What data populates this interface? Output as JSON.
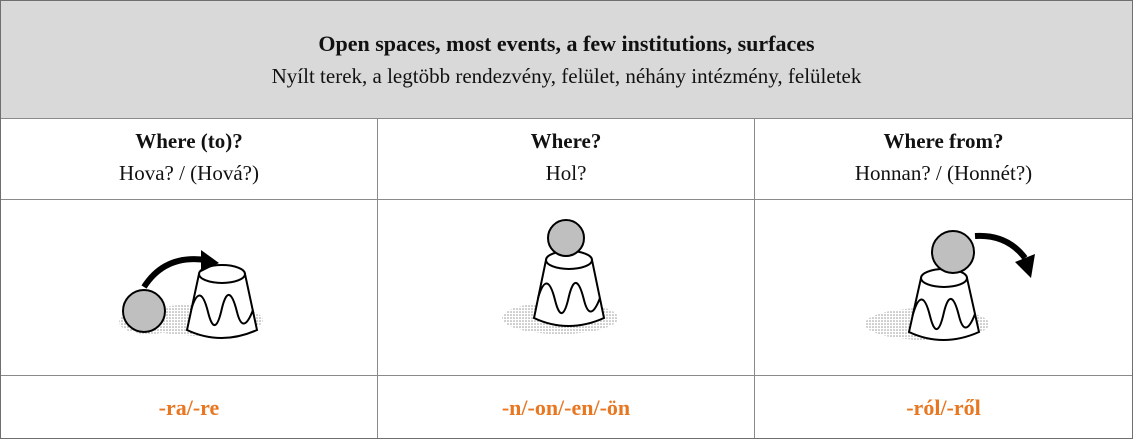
{
  "header": {
    "title_en": "Open spaces, most events, a few institutions, surfaces",
    "title_hu": "Nyílt terek, a legtöbb rendezvény, felület, néhány intézmény, felületek"
  },
  "columns": [
    {
      "question_en": "Where (to)?",
      "question_hu": "Hova? / (Hová?)",
      "suffix": "-ra/-re"
    },
    {
      "question_en": "Where?",
      "question_hu": "Hol?",
      "suffix": "-n/-on/-en/-ön"
    },
    {
      "question_en": "Where from?",
      "question_hu": "Honnan? / (Honnét?)",
      "suffix": "-ról/-ről"
    }
  ],
  "colors": {
    "suffix": "#e87722",
    "header_bg": "#d9d9d9",
    "ball": "#bfbfbf"
  },
  "icons": [
    "ball-onto-cake-icon",
    "ball-on-cake-icon",
    "ball-off-cake-icon"
  ]
}
